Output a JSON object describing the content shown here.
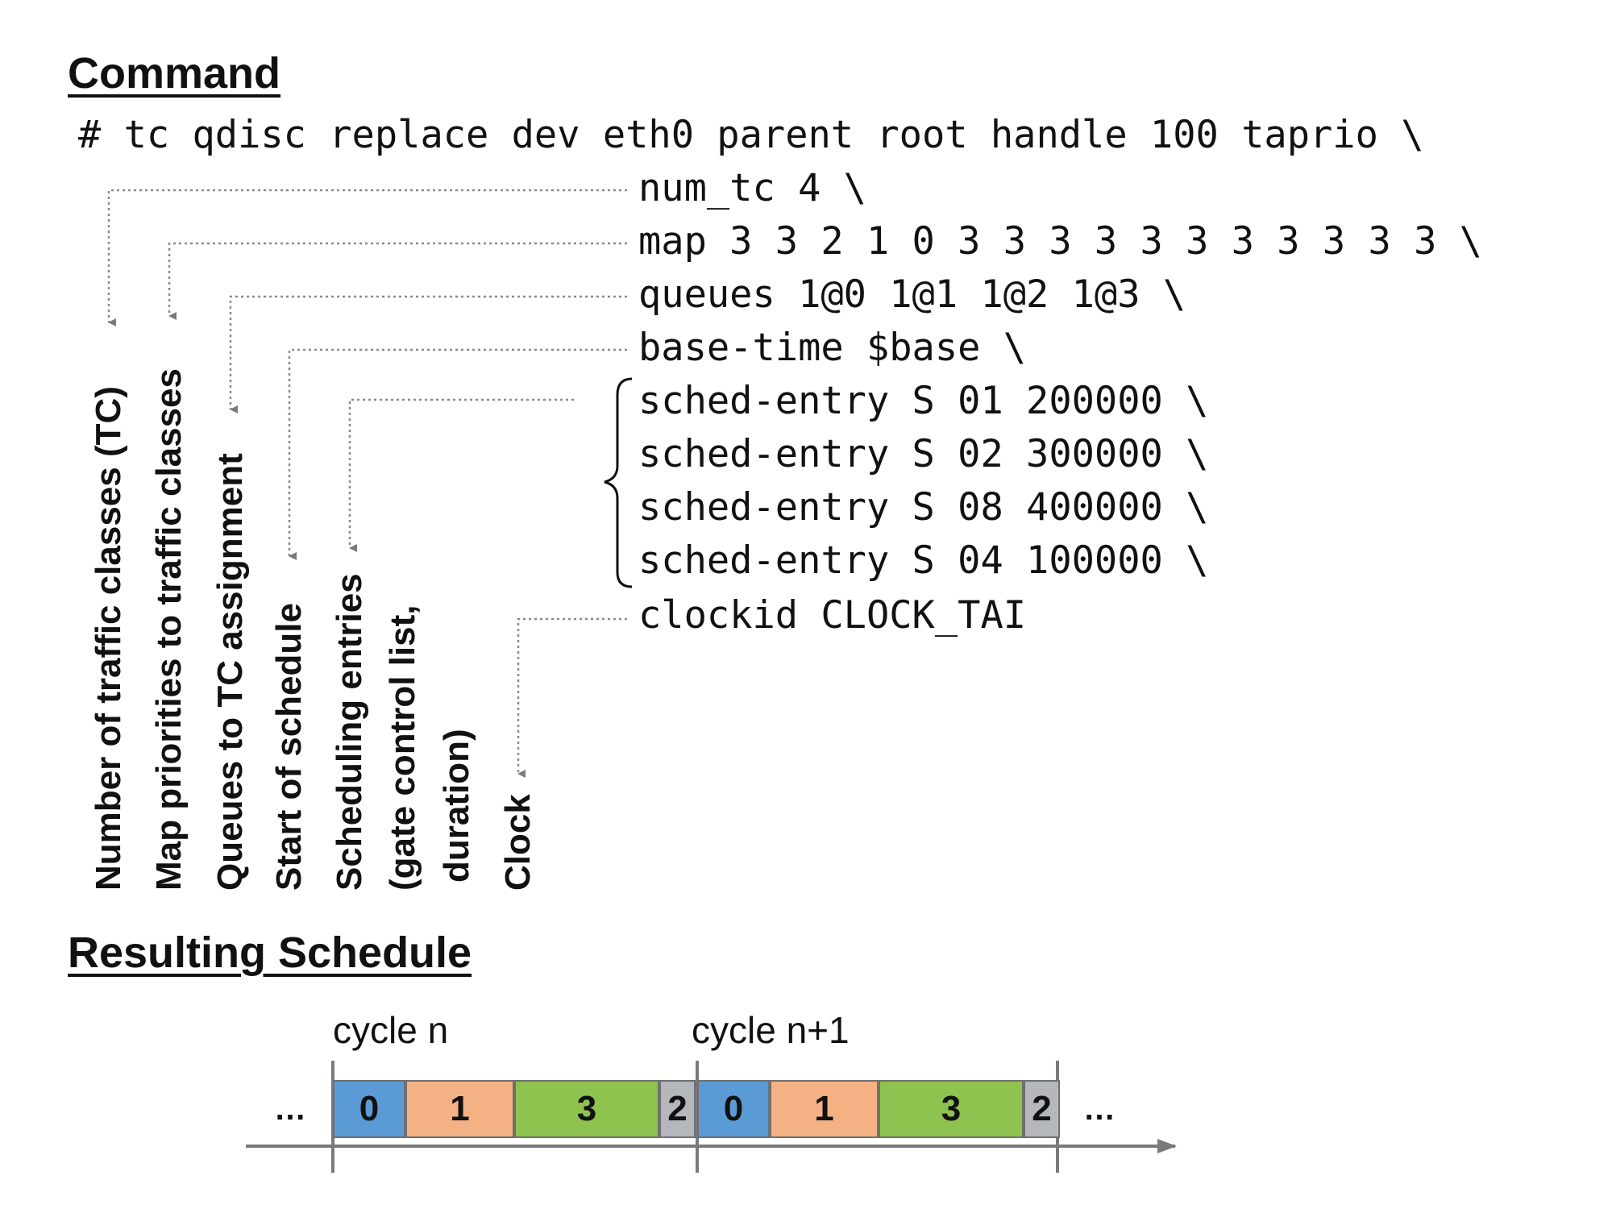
{
  "headings": {
    "command": "Command",
    "schedule": "Resulting Schedule"
  },
  "command_lines": [
    "# tc qdisc replace dev eth0 parent root handle 100 taprio \\",
    "num_tc 4 \\",
    "map 3 3 2 1 0 3 3 3 3 3 3 3 3 3 3 3 \\",
    "queues 1@0 1@1 1@2 1@3 \\",
    "base-time $base \\",
    "sched-entry S 01 200000 \\",
    "sched-entry S 02 300000 \\",
    "sched-entry S 08 400000 \\",
    "sched-entry S 04 100000 \\",
    "clockid CLOCK_TAI"
  ],
  "annotations": [
    "Number of traffic classes (TC)",
    "Map priorities to traffic classes",
    "Queues to TC assignment",
    "Start of schedule",
    "Scheduling entries",
    "(gate control list,",
    "duration)",
    "Clock"
  ],
  "schedule": {
    "ellipsis": "…",
    "cycles": [
      {
        "label": "cycle n",
        "slots": [
          {
            "tc": "0",
            "duration": 200000,
            "color": "#5b9bd5"
          },
          {
            "tc": "1",
            "duration": 300000,
            "color": "#f4b183"
          },
          {
            "tc": "3",
            "duration": 400000,
            "color": "#8fc34f"
          },
          {
            "tc": "2",
            "duration": 100000,
            "color": "#b4b7bb"
          }
        ]
      },
      {
        "label": "cycle n+1",
        "slots": [
          {
            "tc": "0",
            "duration": 200000,
            "color": "#5b9bd5"
          },
          {
            "tc": "1",
            "duration": 300000,
            "color": "#f4b183"
          },
          {
            "tc": "3",
            "duration": 400000,
            "color": "#8fc34f"
          },
          {
            "tc": "2",
            "duration": 100000,
            "color": "#b4b7bb"
          }
        ]
      }
    ]
  }
}
